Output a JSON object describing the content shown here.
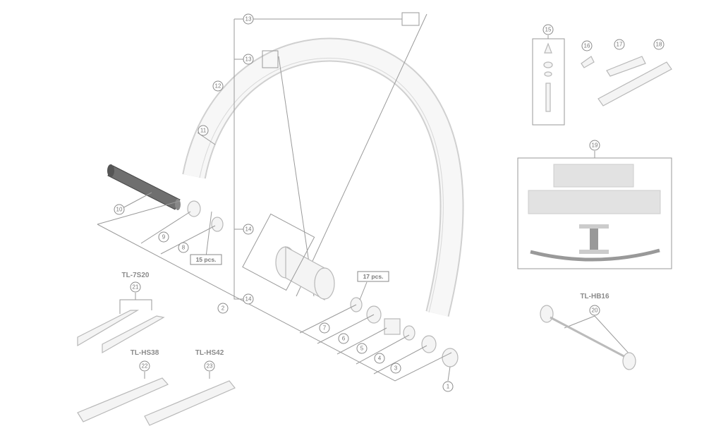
{
  "callouts": {
    "c1": "1",
    "c2": "2",
    "c3": "3",
    "c4": "4",
    "c5": "5",
    "c6": "6",
    "c7": "7",
    "c8": "8",
    "c9": "9",
    "c10": "10",
    "c11": "11",
    "c12": "12",
    "c13a": "13",
    "c13b": "13",
    "c14a": "14",
    "c14b": "14",
    "c15": "15",
    "c16": "16",
    "c17": "17",
    "c18": "18",
    "c19": "19",
    "c20": "20",
    "c21": "21",
    "c22": "22",
    "c23": "23"
  },
  "quantities": {
    "spoke_washers": "15 pcs.",
    "nipples": "17 pcs."
  },
  "tools": {
    "tl_7s20": "TL-7S20",
    "tl_hs38": "TL-HS38",
    "tl_hs42": "TL-HS42",
    "tl_hb16": "TL-HB16"
  }
}
